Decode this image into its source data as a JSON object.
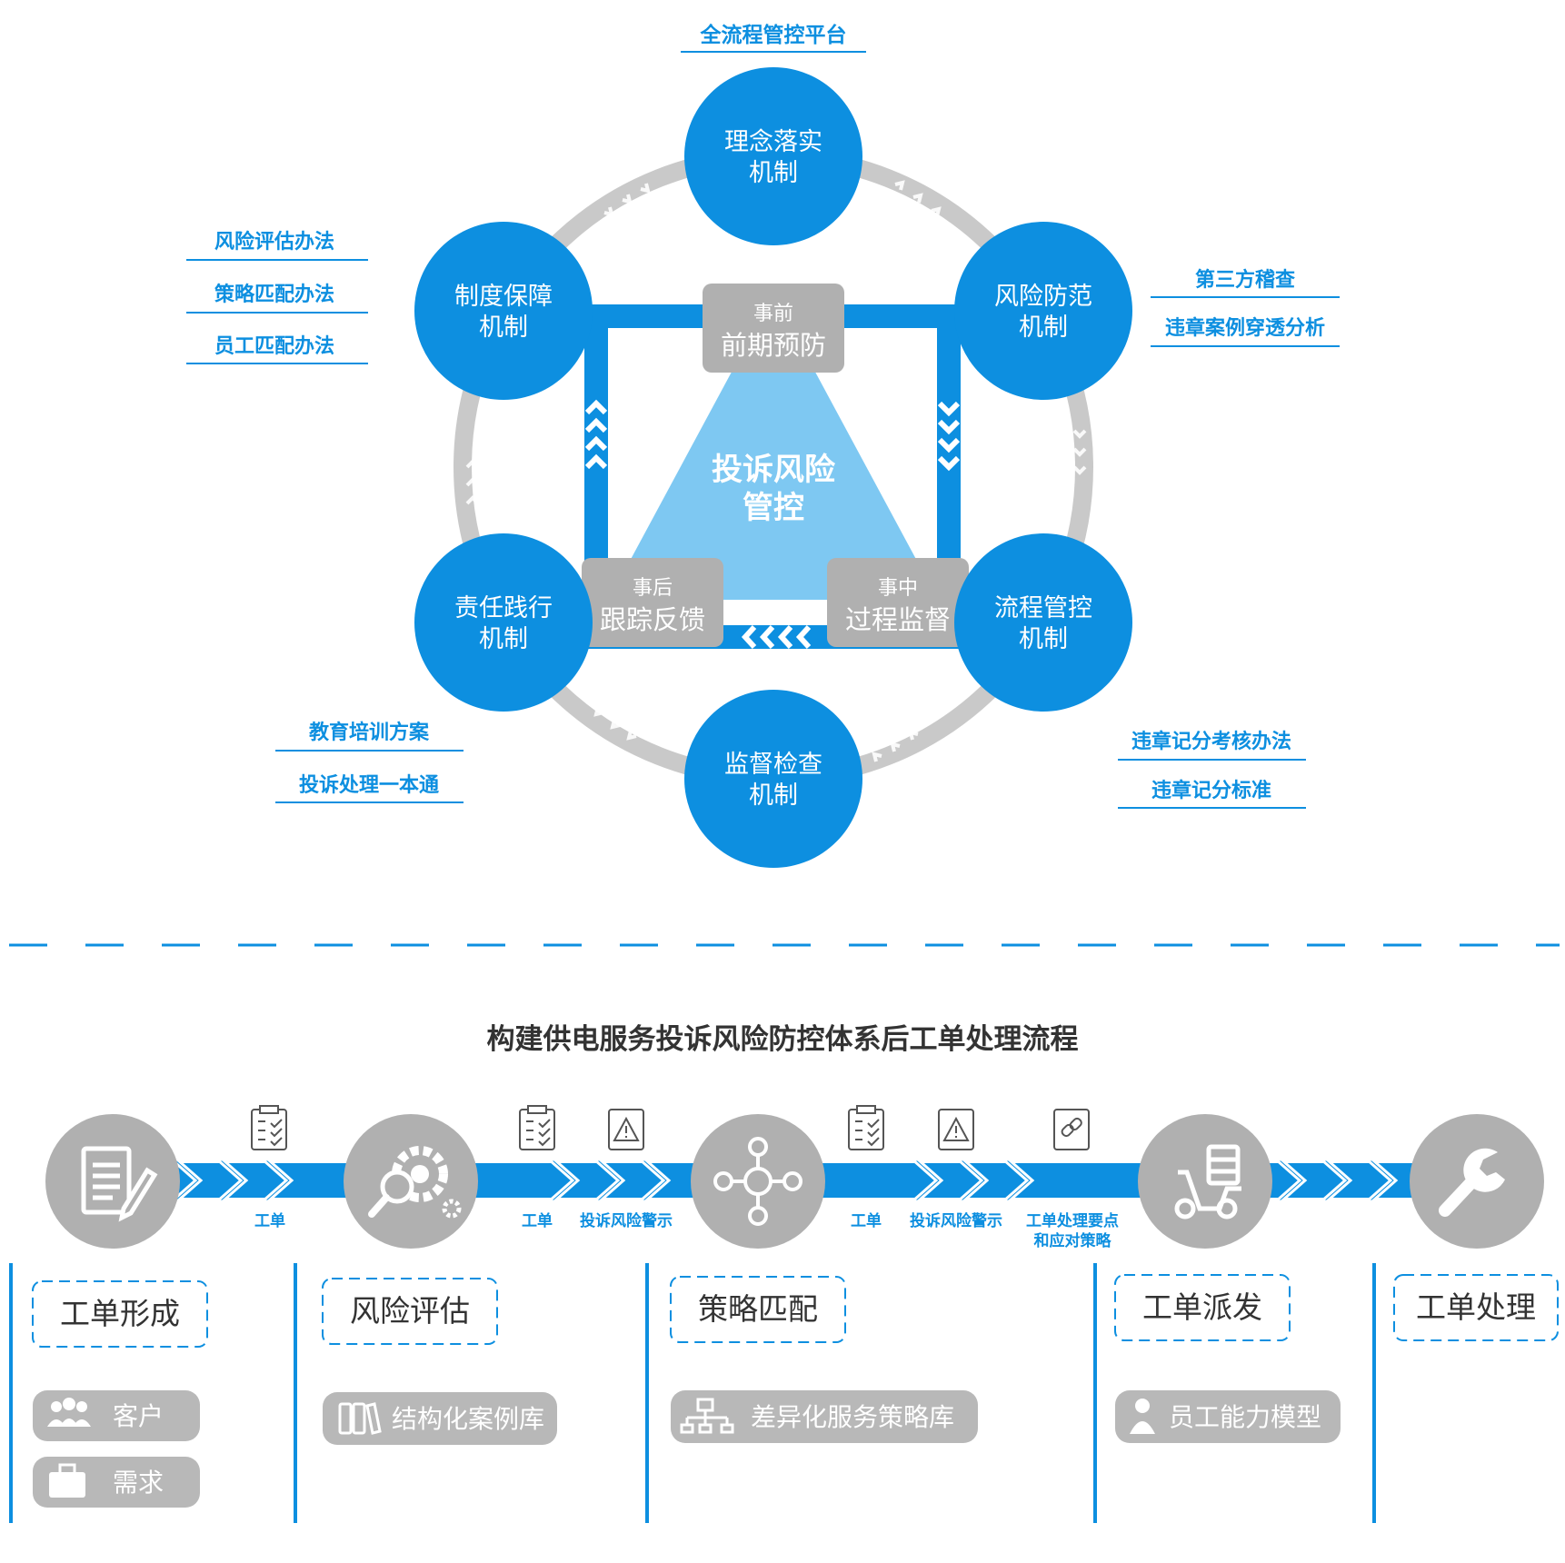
{
  "top": {
    "platform_label": "全流程管控平台",
    "center": {
      "line1": "投诉风险",
      "line2": "管控"
    },
    "circles": {
      "top": {
        "line1": "理念落实",
        "line2": "机制"
      },
      "upper_right": {
        "line1": "风险防范",
        "line2": "机制"
      },
      "lower_right": {
        "line1": "流程管控",
        "line2": "机制"
      },
      "bottom": {
        "line1": "监督检查",
        "line2": "机制"
      },
      "lower_left": {
        "line1": "责任践行",
        "line2": "机制"
      },
      "upper_left": {
        "line1": "制度保障",
        "line2": "机制"
      }
    },
    "stages": {
      "before": {
        "small": "事前",
        "big": "前期预防"
      },
      "during": {
        "small": "事中",
        "big": "过程监督"
      },
      "after": {
        "small": "事后",
        "big": "跟踪反馈"
      }
    },
    "side_labels": {
      "upper_left": [
        "风险评估办法",
        "策略匹配办法",
        "员工匹配办法"
      ],
      "upper_right": [
        "第三方稽查",
        "违章案例穿透分析"
      ],
      "lower_left": [
        "教育培训方案",
        "投诉处理一本通"
      ],
      "lower_right": [
        "违章记分考核办法",
        "违章记分标准"
      ]
    }
  },
  "bottom": {
    "title": "构建供电服务投诉风险防控体系后工单处理流程",
    "flow_labels": {
      "seg1": [
        "工单"
      ],
      "seg2": [
        "工单",
        "投诉风险警示"
      ],
      "seg3": [
        "工单",
        "投诉风险警示",
        "工单处理要点",
        "和应对策略"
      ]
    },
    "stages": [
      {
        "name": "工单形成",
        "icon": "document-edit-icon",
        "resources": [
          {
            "icon": "people-icon",
            "label": "客户"
          },
          {
            "icon": "luggage-icon",
            "label": "需求"
          }
        ]
      },
      {
        "name": "风险评估",
        "icon": "gear-magnifier-icon",
        "resources": [
          {
            "icon": "binder-icon",
            "label": "结构化案例库"
          }
        ]
      },
      {
        "name": "策略匹配",
        "icon": "node-network-icon",
        "resources": [
          {
            "icon": "org-chart-icon",
            "label": "差异化服务策略库"
          }
        ]
      },
      {
        "name": "工单派发",
        "icon": "scooter-icon",
        "resources": [
          {
            "icon": "staff-icon",
            "label": "员工能力模型"
          }
        ]
      },
      {
        "name": "工单处理",
        "icon": "wrench-icon",
        "resources": []
      }
    ]
  },
  "colors": {
    "blue": "#0d8fe0",
    "light_blue": "#7ec8f2",
    "gray_box": "#b0b0b0",
    "ring": "#c9c9c9",
    "text_dark": "#333333"
  }
}
